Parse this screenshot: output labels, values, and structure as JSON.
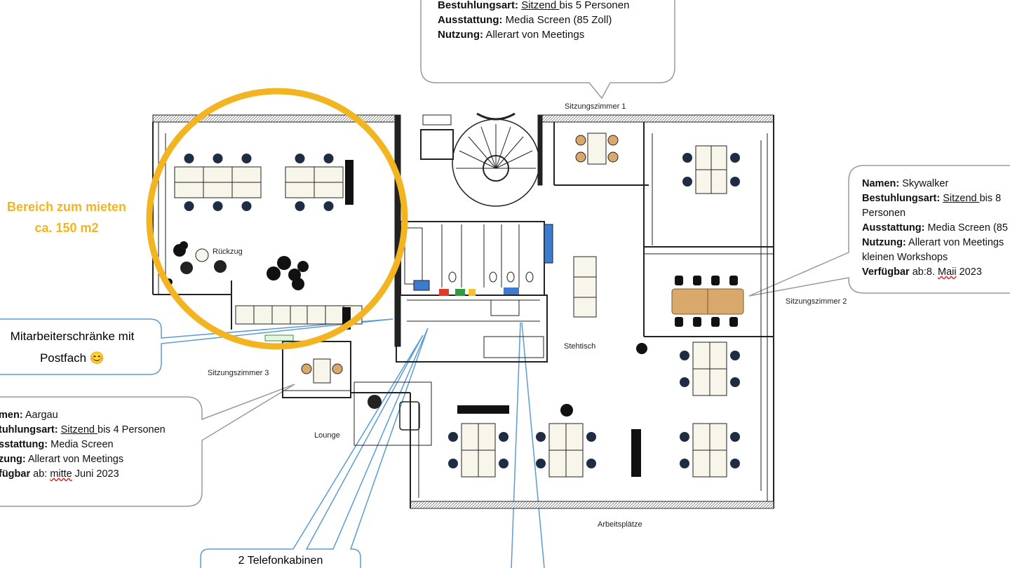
{
  "rental_area": {
    "line1": "Bereich zum mieten",
    "line2": "ca. 150 m2",
    "color": "#f2b521"
  },
  "rooms": {
    "sitzungszimmer_1": "Sitzungszimmer 1",
    "sitzungszimmer_2": "Sitzungszimmer 2",
    "sitzungszimmer_3": "Sitzungszimmer 3",
    "rueckzug": "Rückzug",
    "stehtisch": "Stehtisch",
    "lounge": "Lounge",
    "arbeitsplaetze": "Arbeitsplätze"
  },
  "callout_top": {
    "seating_label": "Bestuhlungsart:",
    "seating_underlined": "Sitzend ",
    "seating_rest": "bis 5 Personen",
    "equipment_label": "Ausstattung:",
    "equipment_value": "Media Screen (85 Zoll)",
    "usage_label": "Nutzung:",
    "usage_value": "Allerart von Meetings"
  },
  "callout_right": {
    "name_label": "Namen:",
    "name_value": "Skywalker",
    "seating_label": "Bestuhlungsart:",
    "seating_underlined": "Sitzend ",
    "seating_rest": "bis 8",
    "seating_rest2": "Personen",
    "equipment_label": "Ausstattung:",
    "equipment_value": "Media Screen (85",
    "usage_label": "Nutzung:",
    "usage_value": "Allerart von Meetings",
    "usage_value2": "kleinen Workshops",
    "available_label": "Verfügbar",
    "available_prefix": " ab:8. ",
    "available_misspelled": "Maii",
    "available_suffix": " 2023"
  },
  "callout_left": {
    "name_label": "men:",
    "name_value": "Aargau",
    "seating_label": "tuhlungsart:",
    "seating_underlined": "Sitzend ",
    "seating_rest": "bis 4 Personen",
    "equipment_label": "sstattung:",
    "equipment_value": "Media Screen",
    "usage_label": "zung:",
    "usage_value": "Allerart von Meetings",
    "available_label": "fügbar",
    "available_prefix": " ab: ",
    "available_underlined": "mitte",
    "available_suffix": " Juni 2023"
  },
  "callout_lockers": {
    "line1": "Mitarbeiterschränke mit",
    "line2": "Postfach",
    "emoji": "😊"
  },
  "callout_phone": {
    "line1": "2 Telefonkabinen"
  },
  "colors": {
    "walls": "#222222",
    "desk": "#f8f6ea",
    "chair": "#1f2d44",
    "meeting_table": "#d9a86c",
    "pointer_line": "#5b9bd5",
    "bubble_border": "#999999"
  }
}
